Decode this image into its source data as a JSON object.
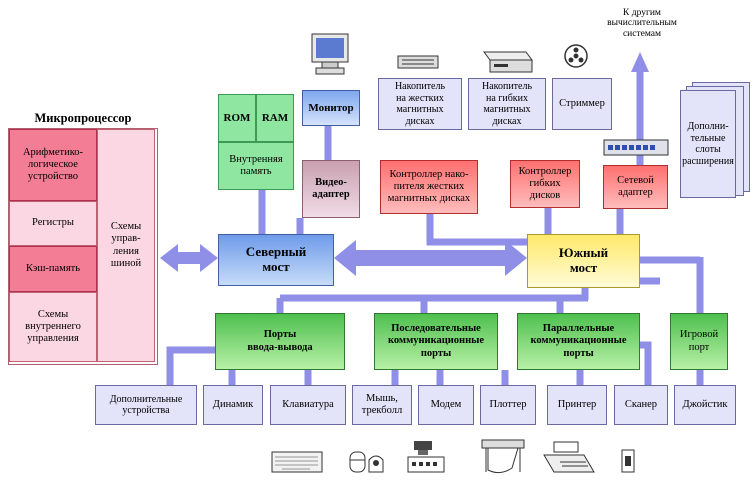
{
  "cpu": {
    "title": "Микропроцессор",
    "alu": "Арифметико-\nлогическое\nустройство",
    "registers": "Регистры",
    "cache": "Кэш-память",
    "internal_control": "Схемы\nвнутреннего\nуправления",
    "bus_control": "Схемы\nуправ-\nления\nшиной"
  },
  "memory": {
    "rom": "ROM",
    "ram": "RAM",
    "internal": "Внутренняя\nпамять"
  },
  "monitor": "Монитор",
  "video_adapter": "Видео-\nадаптер",
  "hdd": "Накопитель\nна жестких\nмагнитных\nдисках",
  "fdd": "Накопитель\nна гибких\nмагнитных\nдисках",
  "streamer": "Стриммер",
  "other_systems": "К другим\nвычислительным\nсистемам",
  "expansion_slots": "Дополни-\nтельные\nслоты\nрасширения",
  "hdd_controller": "Контроллер нако-\nпителя жестких\nмагнитных дисках",
  "fdd_controller": "Контроллер\nгибких\nдисков",
  "network_adapter": "Сетевой\nадаптер",
  "north_bridge": "Северный\nмост",
  "south_bridge": "Южный\nмост",
  "io_ports": "Порты\nввода-вывода",
  "serial_ports": "Последовательные\nкоммуникационные\nпорты",
  "parallel_ports": "Параллельные\nкоммуникационные\nпорты",
  "game_port": "Игровой\nпорт",
  "devices": {
    "extra": "Дополнительные\nустройства",
    "speaker": "Динамик",
    "keyboard": "Клавиатура",
    "mouse": "Мышь,\nтрекболл",
    "modem": "Модем",
    "plotter": "Плоттер",
    "printer": "Принтер",
    "scanner": "Сканер",
    "joystick": "Джойстик"
  },
  "colors": {
    "connector": "#8f8fe8",
    "red_box": "#ff7070",
    "green_box": "#4fc04f",
    "north_bridge": "#6f9bea",
    "south_bridge": "#ffe96a"
  },
  "icons": [
    "monitor-icon",
    "hdd-icon",
    "fdd-icon",
    "streamer-icon",
    "network-hub-icon",
    "keyboard-icon",
    "mouse-icon",
    "telephone-icon",
    "modem-icon",
    "plotter-icon",
    "printer-icon",
    "joystick-icon"
  ]
}
